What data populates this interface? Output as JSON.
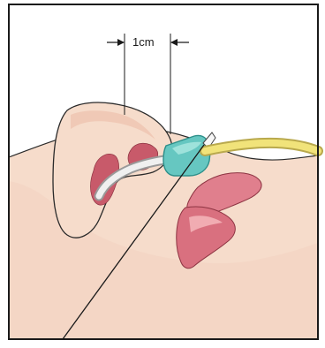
{
  "figure": {
    "measurement_label": "1cm",
    "elements": [
      "nose",
      "nostril",
      "upper-lip",
      "lower-lip",
      "nasal-cannula-tube",
      "cannula-connector",
      "oxygen-tubing",
      "pointer-line",
      "dimension-arrows"
    ]
  },
  "colors": {
    "frame": "#1a1a1a",
    "skin": "#f6dccb",
    "skin_shadow": "#eec1ad",
    "nostril": "#c85a6a",
    "lip": "#e07f8d",
    "lip_light": "#f3b2b8",
    "tube_inner": "#d9d9d9",
    "tube_outer": "#f0f0f0",
    "connector": "#66c7c1",
    "connector_dark": "#2d8f8a",
    "tubing": "#f1e37a",
    "tubing_edge": "#b9a94d"
  }
}
